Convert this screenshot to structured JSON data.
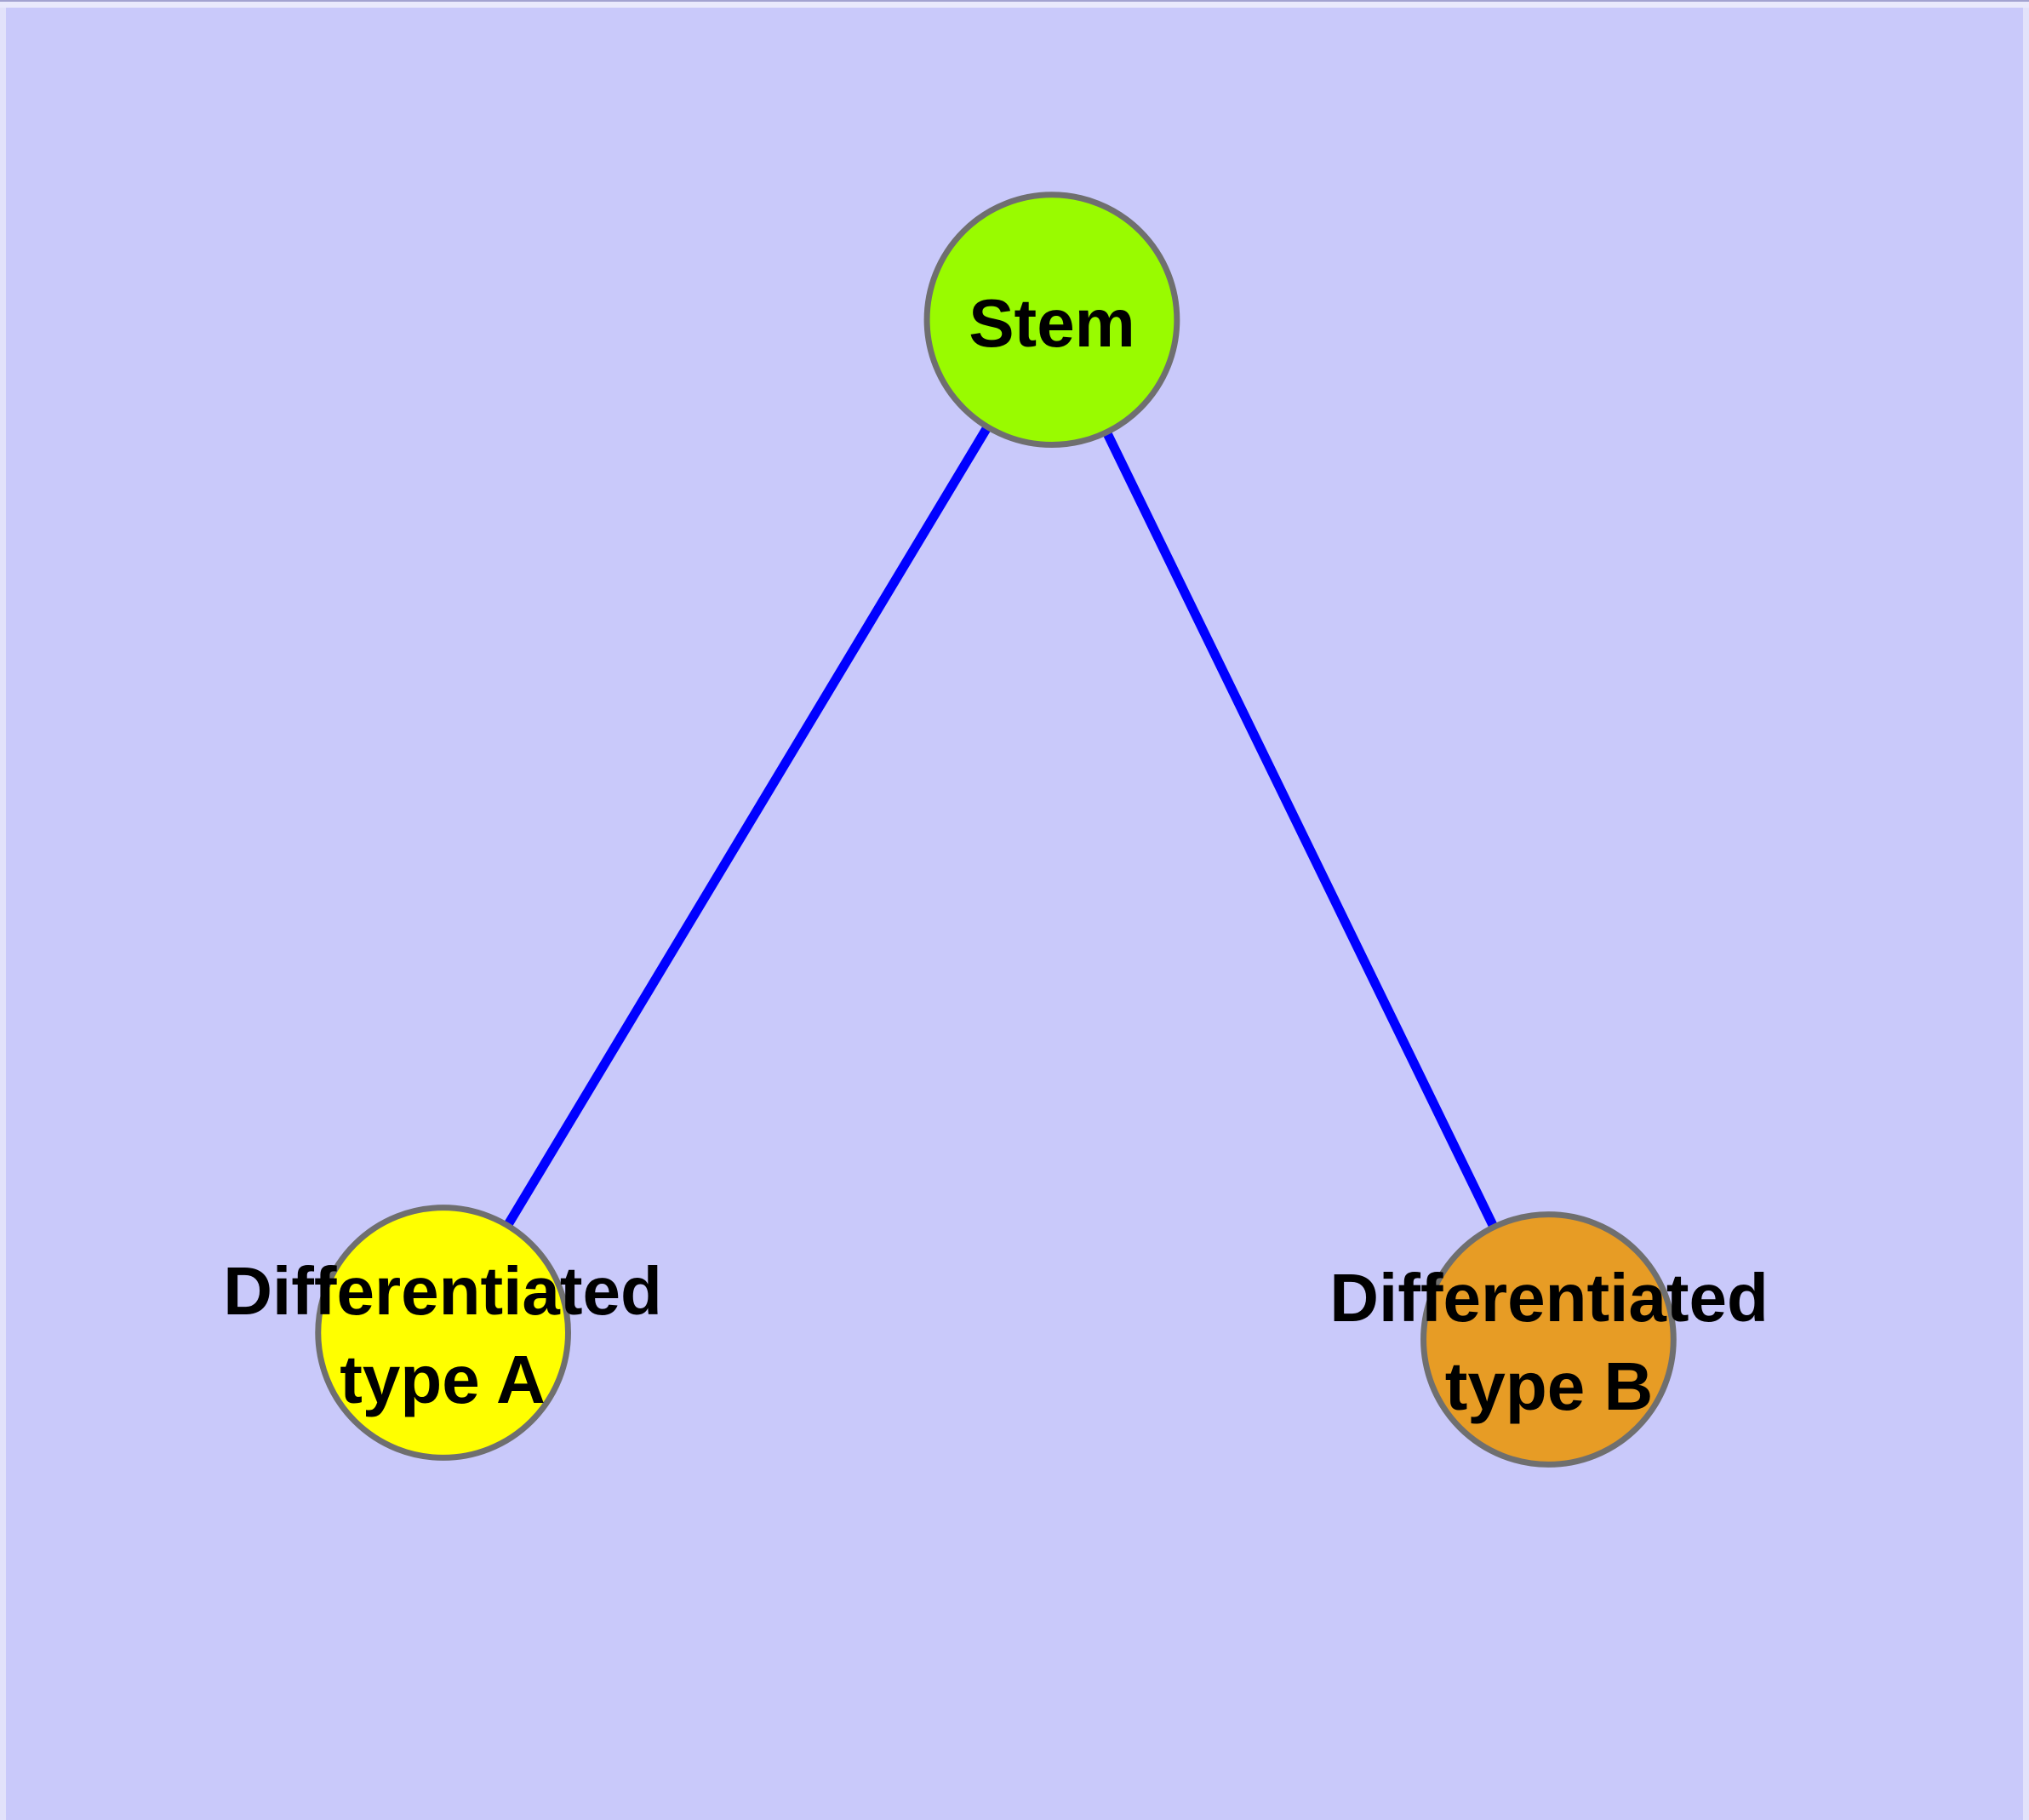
{
  "diagram": {
    "type": "node-link-graph",
    "background_color": "#c9c9fa",
    "edge_color": "#0000ff",
    "node_border_color": "#6f6f6f",
    "label_color": "#000000",
    "nodes": [
      {
        "id": "stem",
        "label": "Stem",
        "label_line1": "Stem",
        "label_line2": "",
        "color": "#99fb00",
        "shape": "circle"
      },
      {
        "id": "differentiated-type-a",
        "label": "Differentiated type A",
        "label_line1": "Differentiated",
        "label_line2": "type A",
        "color": "#ffff00",
        "shape": "circle"
      },
      {
        "id": "differentiated-type-b",
        "label": "Differentiated type B",
        "label_line1": "Differentiated",
        "label_line2": "type B",
        "color": "#e79c25",
        "shape": "circle"
      }
    ],
    "edges": [
      {
        "from": "Stem",
        "to": "Differentiated type A"
      },
      {
        "from": "Stem",
        "to": "Differentiated type B"
      }
    ]
  }
}
